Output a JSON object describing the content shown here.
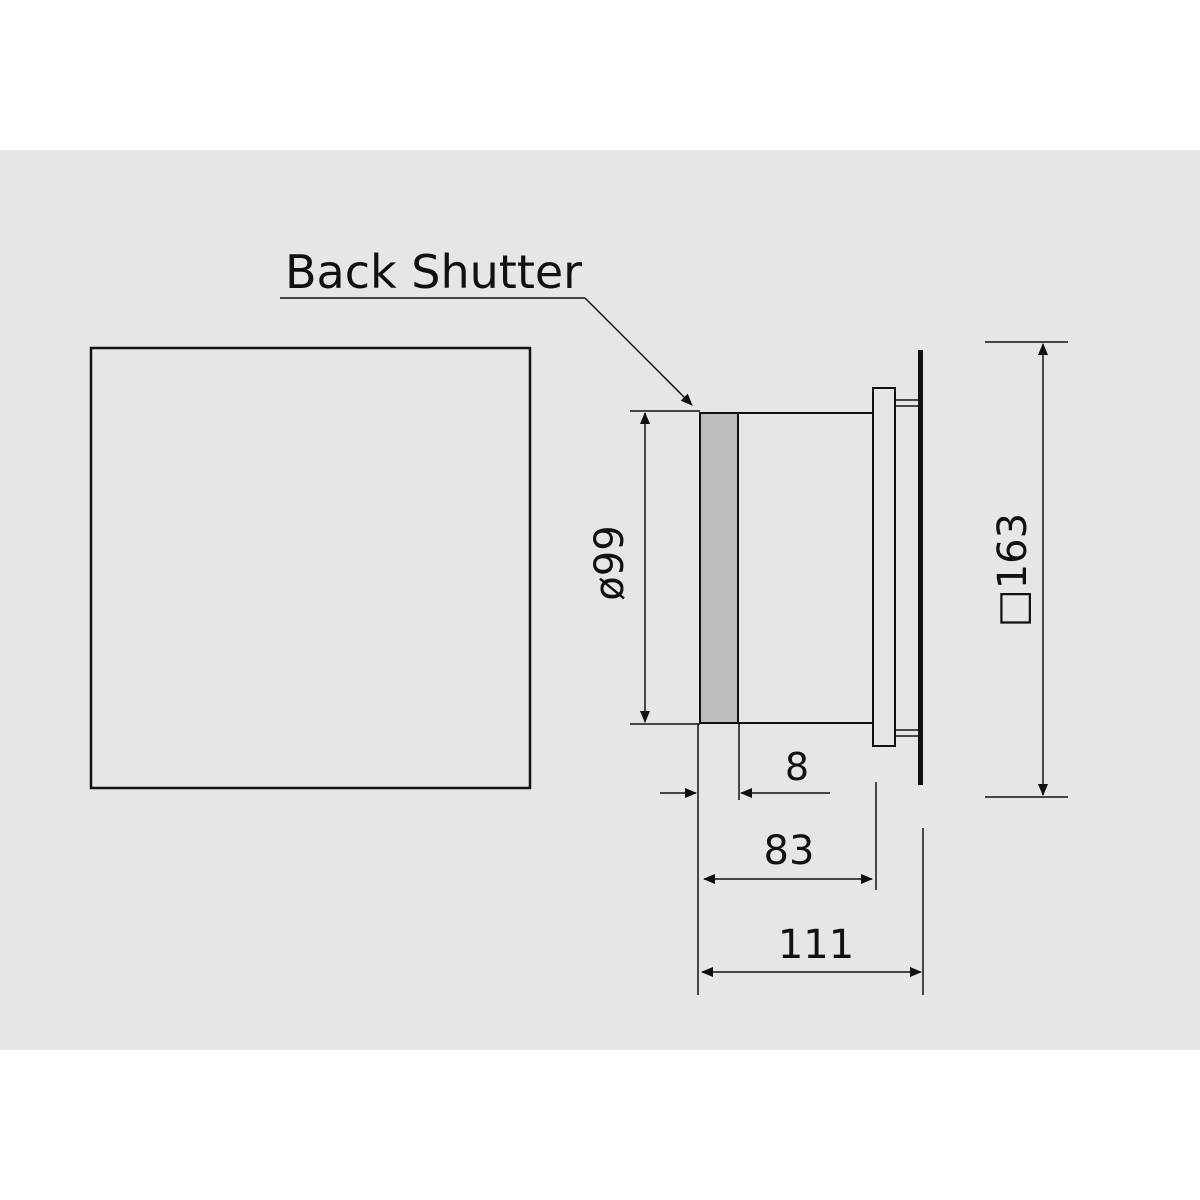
{
  "diagram": {
    "callout_label": "Back Shutter",
    "dimensions": {
      "diameter": "ø99",
      "square": "□163",
      "shutter_depth": "8",
      "body_depth": "83",
      "total_depth": "111"
    },
    "colors": {
      "background": "#e6e6e6",
      "line": "#111111",
      "shutter_fill": "#bdbdbd",
      "part_fill": "#e6e6e6"
    }
  }
}
